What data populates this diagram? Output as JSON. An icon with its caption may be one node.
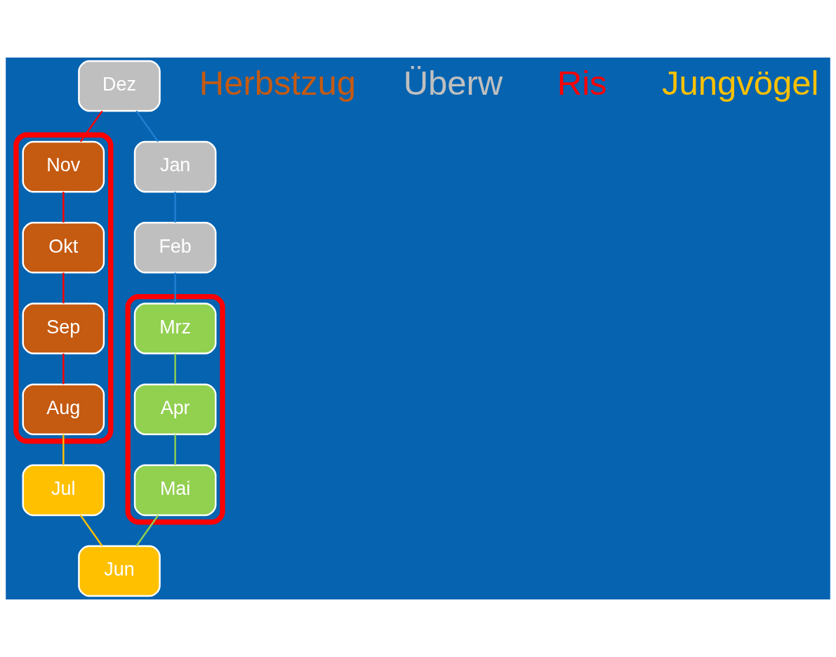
{
  "diagram": {
    "nodes": [
      {
        "text": [
          "Dez"
        ]
      },
      {
        "text": [
          "Jan"
        ]
      },
      {
        "text": [],
        "shape": "ellipse"
      },
      {
        "text": [
          "Nov"
        ],
        "in": 2
      },
      {
        "text": [
          "Okt"
        ],
        "in": 2
      },
      {
        "text": [
          "Sep"
        ],
        "in": 2
      },
      {
        "text": [
          "Aug"
        ],
        "in": 2
      },
      {
        "text": [
          "Feb"
        ]
      },
      {
        "text": [],
        "shape": "ellipse"
      },
      {
        "text": [
          "Mrz"
        ],
        "in": 8
      },
      {
        "text": [
          "Apr"
        ],
        "in": 8
      },
      {
        "text": [
          "Mai"
        ],
        "in": 8
      },
      {
        "text": [
          "Jul"
        ]
      },
      {
        "text": [
          "Jun"
        ]
      }
    ],
    "edges": [
      {
        "from": 0,
        "to": 1,
        "arrow": "none",
        "color": "#1f7fd0"
      },
      {
        "from": 1,
        "to": 7,
        "arrow": "none",
        "color": "#1f7fd0"
      },
      {
        "from": 7,
        "to": 9,
        "arrow": "none",
        "color": "#1f7fd0"
      },
      {
        "from": 9,
        "to": 10,
        "arrow": "none",
        "color": "#92d050"
      },
      {
        "from": 10,
        "to": 11,
        "arrow": "none",
        "color": "#92d050"
      },
      {
        "from": 11,
        "to": 13,
        "arrow": "none",
        "color": "#92d050"
      },
      {
        "from": 13,
        "to": 12,
        "arrow": "none",
        "color": "#ffc000"
      },
      {
        "from": 12,
        "to": 6,
        "arrow": "none",
        "color": "#ffc000"
      },
      {
        "from": 6,
        "to": 5,
        "arrow": "none",
        "color": "#ff0000"
      },
      {
        "from": 5,
        "to": 4,
        "arrow": "none",
        "color": "#ff0000"
      },
      {
        "from": 4,
        "to": 3,
        "arrow": "none",
        "color": "#ff0000"
      },
      {
        "from": 3,
        "to": 0,
        "arrow": "none",
        "color": "#ff0000"
      }
    ],
    "labels": [
      "Herbstzug",
      "Überw",
      "Ris",
      "Jungvögel"
    ]
  }
}
